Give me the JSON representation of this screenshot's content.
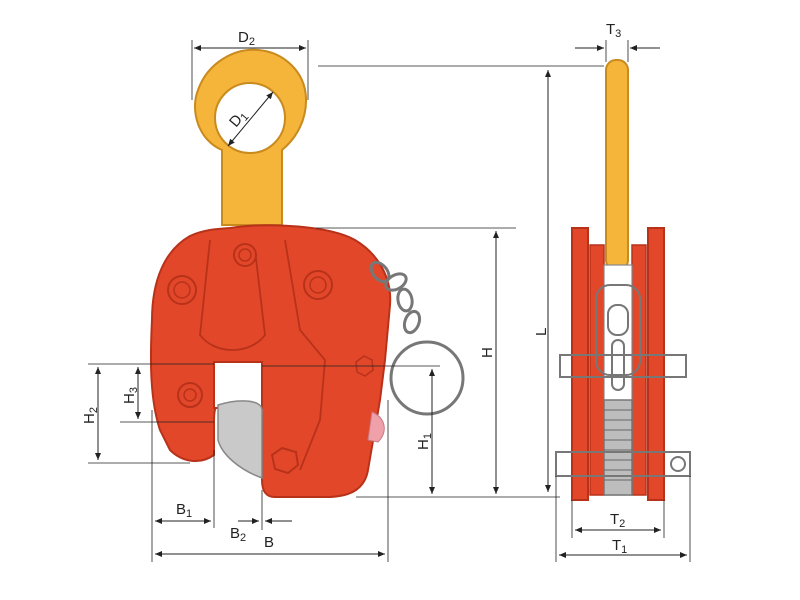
{
  "labels": {
    "d2": {
      "main": "D",
      "sub": "2"
    },
    "d1": {
      "main": "D",
      "sub": "1"
    },
    "t3": {
      "main": "T",
      "sub": "3"
    },
    "l": {
      "main": "L",
      "sub": ""
    },
    "h": {
      "main": "H",
      "sub": ""
    },
    "h1": {
      "main": "H",
      "sub": "1"
    },
    "h2": {
      "main": "H",
      "sub": "2"
    },
    "h3": {
      "main": "H",
      "sub": "3"
    },
    "b1": {
      "main": "B",
      "sub": "1"
    },
    "b2": {
      "main": "B",
      "sub": "2"
    },
    "b": {
      "main": "B",
      "sub": ""
    },
    "t2": {
      "main": "T",
      "sub": "2"
    },
    "t1": {
      "main": "T",
      "sub": "1"
    }
  },
  "colors": {
    "body_red": "#e2472a",
    "body_dark": "#b8321a",
    "eye_yellow": "#f5b43a",
    "eye_dark": "#c98a1e",
    "jaw_gray": "#c9c9c9",
    "ring_gray": "#777777",
    "pink_pad": "#f0a0a8"
  }
}
